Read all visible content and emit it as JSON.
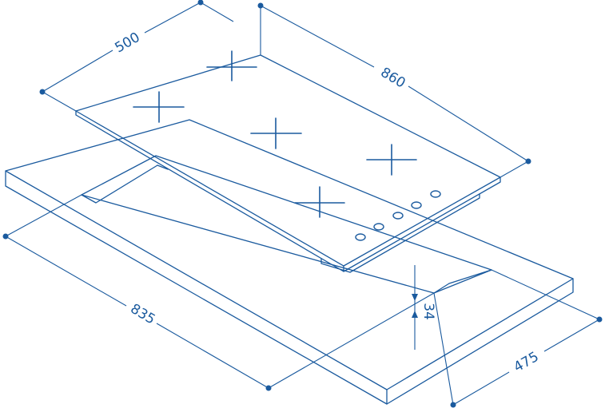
{
  "dimensions": {
    "hob_width": "500",
    "hob_length": "860",
    "cutout_length": "835",
    "cutout_depth": "475",
    "hob_height": "34"
  },
  "hob": {
    "burner_count": 5,
    "knob_count": 5
  },
  "colors": {
    "line": "#1a5a9e",
    "background": "#ffffff"
  }
}
